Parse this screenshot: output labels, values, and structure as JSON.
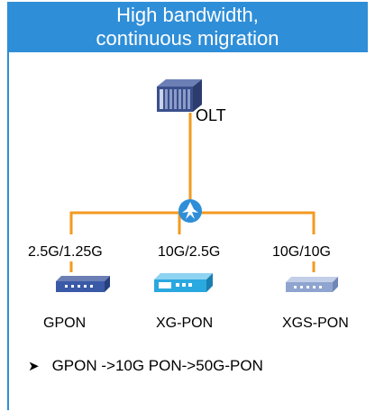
{
  "header": {
    "line1": "High bandwidth,",
    "line2": "continuous migration"
  },
  "olt": {
    "label": "OLT"
  },
  "branches": [
    {
      "rate": "2.5G/1.25G",
      "name": "GPON",
      "color": "#3a5aa8",
      "icon": "onu-device-icon"
    },
    {
      "rate": "10G/2.5G",
      "name": "XG-PON",
      "color": "#2aa8e0",
      "icon": "onu-device-icon"
    },
    {
      "rate": "10G/10G",
      "name": "XGS-PON",
      "color": "#8fa4cf",
      "icon": "onu-device-icon"
    }
  ],
  "bullet": {
    "icon": "arrow-bullet-icon",
    "text": "GPON ->10G PON->50G-PON"
  },
  "colors": {
    "header_bg": "#2f8ed8",
    "line": "#f29a1f",
    "splitter": "#2f8ed8",
    "olt": "#3a4f8c"
  }
}
